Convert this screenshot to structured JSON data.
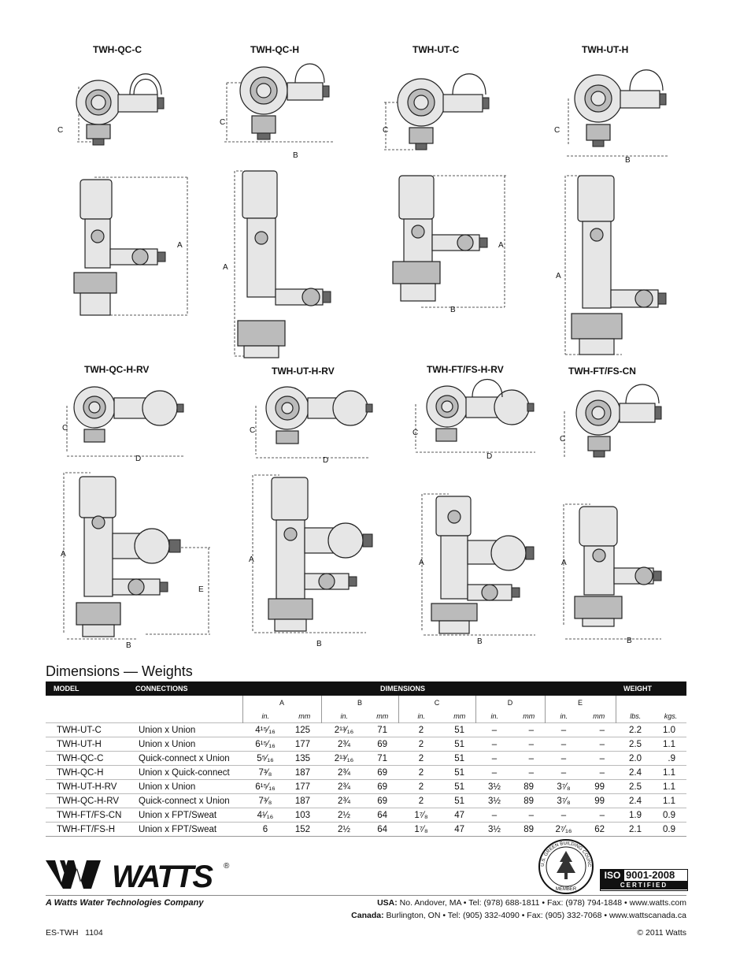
{
  "diagrams": {
    "row1": [
      {
        "label": "TWH-QC-C",
        "top_dims": [
          "C"
        ],
        "side_dims": [
          "A"
        ]
      },
      {
        "label": "TWH-QC-H",
        "top_dims": [
          "C",
          "B"
        ],
        "side_dims": [
          "A"
        ]
      },
      {
        "label": "TWH-UT-C",
        "top_dims": [
          "C"
        ],
        "side_dims": [
          "A",
          "B"
        ]
      },
      {
        "label": "TWH-UT-H",
        "top_dims": [
          "C",
          "B"
        ],
        "side_dims": [
          "A"
        ]
      }
    ],
    "row2": [
      {
        "label": "TWH-QC-H-RV",
        "top_dims": [
          "C",
          "D"
        ],
        "side_dims": [
          "A",
          "E",
          "B"
        ]
      },
      {
        "label": "TWH-UT-H-RV",
        "top_dims": [
          "C",
          "D"
        ],
        "side_dims": [
          "A",
          "B"
        ]
      },
      {
        "label": "TWH-FT/FS-H-RV",
        "top_dims": [
          "C",
          "D"
        ],
        "side_dims": [
          "A",
          "B"
        ]
      },
      {
        "label": "TWH-FT/FS-CN",
        "top_dims": [
          "C"
        ],
        "side_dims": [
          "A",
          "B"
        ]
      }
    ]
  },
  "table": {
    "title": "Dimensions — Weights",
    "headers": {
      "model": "MODEL",
      "connections": "CONNECTIONS",
      "dimensions": "DIMENSIONS",
      "weight": "WEIGHT"
    },
    "groups": [
      "A",
      "B",
      "C",
      "D",
      "E"
    ],
    "units": {
      "in": "in.",
      "mm": "mm",
      "lbs": "lbs.",
      "kgs": "kgs."
    },
    "rows": [
      {
        "model": "TWH-UT-C",
        "conn": "Union x Union",
        "a_in": "4¹⁵⁄₁₆",
        "a_mm": "125",
        "b_in": "2¹³⁄₁₆",
        "b_mm": "71",
        "c_in": "2",
        "c_mm": "51",
        "d_in": "–",
        "d_mm": "–",
        "e_in": "–",
        "e_mm": "–",
        "lbs": "2.2",
        "kgs": "1.0"
      },
      {
        "model": "TWH-UT-H",
        "conn": "Union x Union",
        "a_in": "6¹⁵⁄₁₆",
        "a_mm": "177",
        "b_in": "2¾",
        "b_mm": "69",
        "c_in": "2",
        "c_mm": "51",
        "d_in": "–",
        "d_mm": "–",
        "e_in": "–",
        "e_mm": "–",
        "lbs": "2.5",
        "kgs": "1.1"
      },
      {
        "model": "TWH-QC-C",
        "conn": "Quick-connect x Union",
        "a_in": "5⁵⁄₁₆",
        "a_mm": "135",
        "b_in": "2¹³⁄₁₆",
        "b_mm": "71",
        "c_in": "2",
        "c_mm": "51",
        "d_in": "–",
        "d_mm": "–",
        "e_in": "–",
        "e_mm": "–",
        "lbs": "2.0",
        "kgs": ".9"
      },
      {
        "model": "TWH-QC-H",
        "conn": "Union x Quick-connect",
        "a_in": "7³⁄₈",
        "a_mm": "187",
        "b_in": "2¾",
        "b_mm": "69",
        "c_in": "2",
        "c_mm": "51",
        "d_in": "–",
        "d_mm": "–",
        "e_in": "–",
        "e_mm": "–",
        "lbs": "2.4",
        "kgs": "1.1"
      },
      {
        "model": "TWH-UT-H-RV",
        "conn": "Union x Union",
        "a_in": "6¹⁵⁄₁₆",
        "a_mm": "177",
        "b_in": "2¾",
        "b_mm": "69",
        "c_in": "2",
        "c_mm": "51",
        "d_in": "3½",
        "d_mm": "89",
        "e_in": "3⁷⁄₈",
        "e_mm": "99",
        "lbs": "2.5",
        "kgs": "1.1"
      },
      {
        "model": "TWH-QC-H-RV",
        "conn": "Quick-connect x Union",
        "a_in": "7³⁄₈",
        "a_mm": "187",
        "b_in": "2¾",
        "b_mm": "69",
        "c_in": "2",
        "c_mm": "51",
        "d_in": "3½",
        "d_mm": "89",
        "e_in": "3⁷⁄₈",
        "e_mm": "99",
        "lbs": "2.4",
        "kgs": "1.1"
      },
      {
        "model": "TWH-FT/FS-CN",
        "conn": "Union x FPT/Sweat",
        "a_in": "4¹⁄₁₆",
        "a_mm": "103",
        "b_in": "2½",
        "b_mm": "64",
        "c_in": "1⁷⁄₈",
        "c_mm": "47",
        "d_in": "–",
        "d_mm": "–",
        "e_in": "–",
        "e_mm": "–",
        "lbs": "1.9",
        "kgs": "0.9"
      },
      {
        "model": "TWH-FT/FS-H",
        "conn": "Union x FPT/Sweat",
        "a_in": "6",
        "a_mm": "152",
        "b_in": "2½",
        "b_mm": "64",
        "c_in": "1⁷⁄₈",
        "c_mm": "47",
        "d_in": "3½",
        "d_mm": "89",
        "e_in": "2⁷⁄₁₆",
        "e_mm": "62",
        "lbs": "2.1",
        "kgs": "0.9"
      }
    ]
  },
  "footer": {
    "logo_text": "WATTS",
    "tagline": "A Watts Water Technologies Company",
    "usa_label": "USA:",
    "usa_text": "No. Andover, MA • Tel: (978) 688-1811 • Fax: (978) 794-1848 • www.watts.com",
    "canada_label": "Canada:",
    "canada_text": "Burlington, ON • Tel: (905) 332-4090 • Fax: (905) 332-7068 • www.wattscanada.ca",
    "doc_code": "ES-TWH   1104",
    "copyright": "© 2011 Watts",
    "iso_label": "ISO",
    "iso_number": "9001-2008",
    "iso_certified": "CERTIFIED",
    "usgbc_ring": "U.S. GREEN BUILDING COUNCIL",
    "usgbc_member": "MEMBER"
  }
}
